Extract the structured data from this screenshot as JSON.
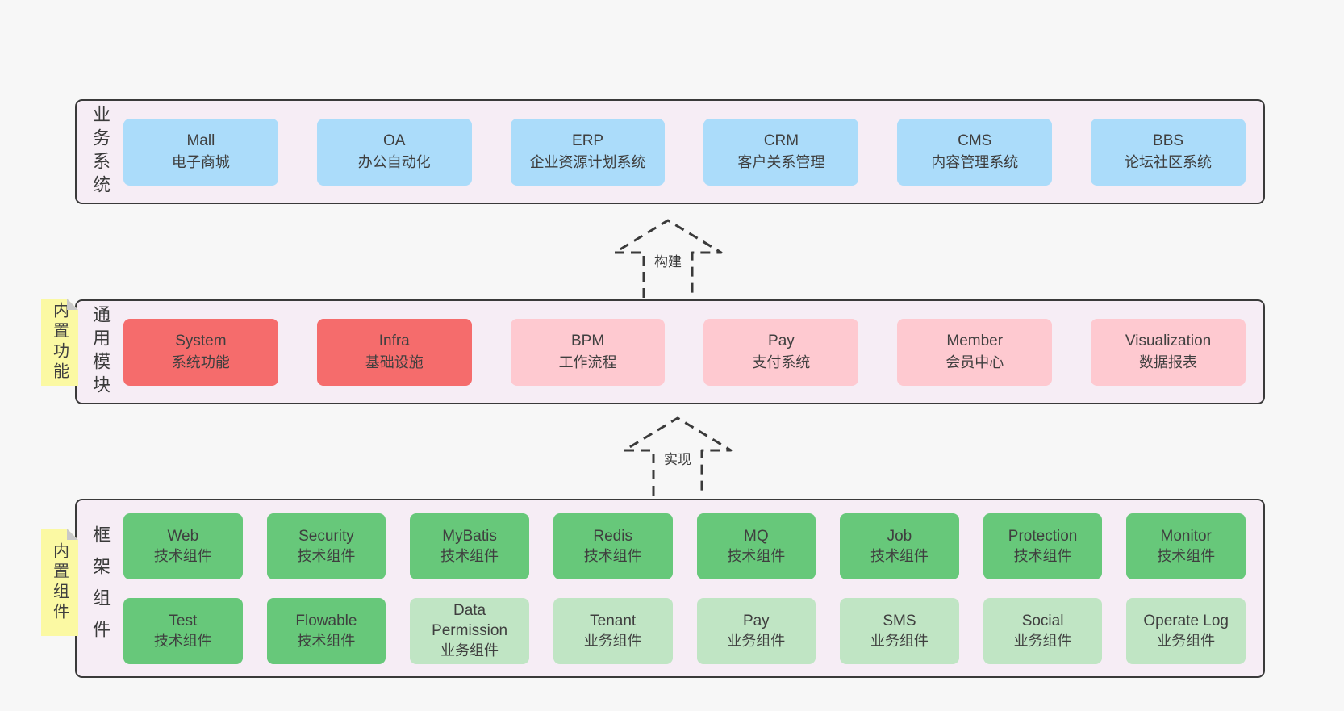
{
  "colors": {
    "page_bg": "#f7f7f7",
    "band_bg": "#f6edf5",
    "band_border": "#3a3a3a",
    "blue": "#abdcfa",
    "red": "#f56c6c",
    "pink": "#fec9d0",
    "green": "#67c87a",
    "green_light": "#c0e5c4",
    "note_yellow": "#fbf9a3",
    "note_fold_gray": "#c9c9c9",
    "text": "#3f3f3f"
  },
  "arrows": [
    {
      "label": "构建"
    },
    {
      "label": "实现"
    }
  ],
  "bands": [
    {
      "label": "业务系统",
      "boxes": [
        {
          "title": "Mall",
          "subtitle": "电子商城"
        },
        {
          "title": "OA",
          "subtitle": "办公自动化"
        },
        {
          "title": "ERP",
          "subtitle": "企业资源计划系统"
        },
        {
          "title": "CRM",
          "subtitle": "客户关系管理"
        },
        {
          "title": "CMS",
          "subtitle": "内容管理系统"
        },
        {
          "title": "BBS",
          "subtitle": "论坛社区系统"
        }
      ]
    },
    {
      "label": "通用模块",
      "note": "内置功能",
      "boxes": [
        {
          "title": "System",
          "subtitle": "系统功能"
        },
        {
          "title": "Infra",
          "subtitle": "基础设施"
        },
        {
          "title": "BPM",
          "subtitle": "工作流程"
        },
        {
          "title": "Pay",
          "subtitle": "支付系统"
        },
        {
          "title": "Member",
          "subtitle": "会员中心"
        },
        {
          "title": "Visualization",
          "subtitle": "数据报表"
        }
      ]
    },
    {
      "label": "框架组件",
      "note": "内置组件",
      "rows": [
        [
          {
            "title": "Web",
            "subtitle": "技术组件"
          },
          {
            "title": "Security",
            "subtitle": "技术组件"
          },
          {
            "title": "MyBatis",
            "subtitle": "技术组件"
          },
          {
            "title": "Redis",
            "subtitle": "技术组件"
          },
          {
            "title": "MQ",
            "subtitle": "技术组件"
          },
          {
            "title": "Job",
            "subtitle": "技术组件"
          },
          {
            "title": "Protection",
            "subtitle": "技术组件"
          },
          {
            "title": "Monitor",
            "subtitle": "技术组件"
          }
        ],
        [
          {
            "title": "Test",
            "subtitle": "技术组件"
          },
          {
            "title": "Flowable",
            "subtitle": "技术组件"
          },
          {
            "title": "Data\nPermission",
            "subtitle": "业务组件"
          },
          {
            "title": "Tenant",
            "subtitle": "业务组件"
          },
          {
            "title": "Pay",
            "subtitle": "业务组件"
          },
          {
            "title": "SMS",
            "subtitle": "业务组件"
          },
          {
            "title": "Social",
            "subtitle": "业务组件"
          },
          {
            "title": "Operate Log",
            "subtitle": "业务组件"
          }
        ]
      ]
    }
  ]
}
